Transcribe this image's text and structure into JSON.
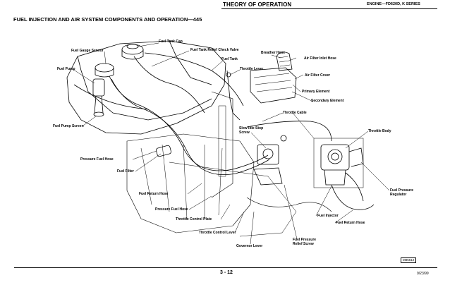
{
  "header": {
    "title": "THEORY OF OPERATION",
    "section": "ENGINE—FD620D, K SERIES"
  },
  "section_title": "FUEL INJECTION AND AIR SYSTEM COMPONENTS AND OPERATION—445",
  "labels": {
    "fuel_tank_cap": "Fuel Tank Cap",
    "fuel_tank_relief_check_valve": "Fuel Tank Relief Check Valve",
    "fuel_gauge_sensor": "Fuel Gauge Sensor",
    "breather_hose": "Breather Hose",
    "air_filter_inlet_hose": "Air Filter Inlet Hose",
    "fuel_tank": "Fuel Tank",
    "fuel_pump": "Fuel Pump",
    "throttle_lever": "Throttle Lever",
    "air_filter_cover": "Air Filter Cover",
    "primary_element": "Primary Element",
    "secondary_element": "Secondary Element",
    "throttle_cable": "Throttle Cable",
    "fuel_pump_screen": "Fuel Pump Screen",
    "slow_idle_stop_screw": "Slow Idle Stop Screw",
    "throttle_body": "Throttle Body",
    "pressure_fuel_hose_1": "Pressure Fuel Hose",
    "fuel_filter": "Fuel Filter",
    "fuel_return_hose_1": "Fuel Return Hose",
    "fuel_pressure_regulator": "Fuel Pressure Regulator",
    "pressure_fuel_hose_2": "Pressure Fuel Hose",
    "throttle_control_plate": "Throttle Control Plate",
    "fuel_injector": "Fuel Injector",
    "fuel_return_hose_2": "Fuel Return Hose",
    "throttle_control_lever": "Throttle Control Lever",
    "fuel_pressure_relief_screw": "Fuel Pressure Relief Screw",
    "governor_lever": "Governor Lever"
  },
  "figure_code": "M85612",
  "footer": {
    "page": "3 - 12",
    "date": "9/23/99"
  }
}
